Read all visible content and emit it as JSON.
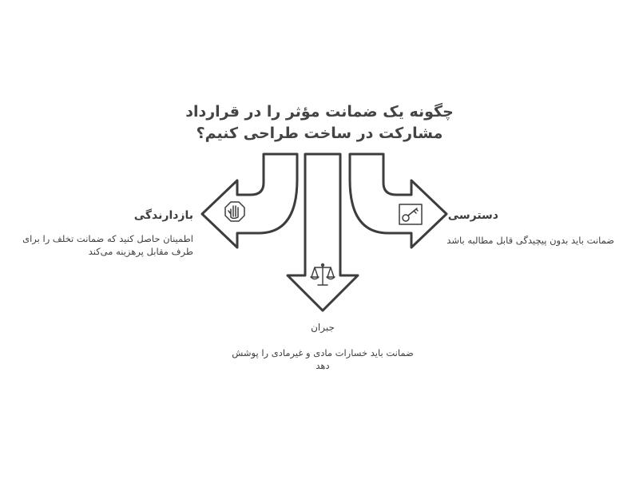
{
  "title": {
    "line1": "چگونه یک ضمانت مؤثر را در قرارداد",
    "line2": "مشارکت در ساخت طراحی کنیم؟"
  },
  "branches": {
    "left": {
      "icon": "stop-hand-icon",
      "heading": "بازدارندگی",
      "description": "اطمینان حاصل کنید که ضمانت تخلف را برای طرف مقابل پرهزینه می‌کند"
    },
    "center": {
      "icon": "scales-icon",
      "heading": "جبران",
      "description": "ضمانت باید خسارات مادی و غیرمادی را پوشش دهد"
    },
    "right": {
      "icon": "key-icon",
      "heading": "دسترسی",
      "description": "ضمانت باید بدون پیچیدگی قابل مطالبه باشد"
    }
  },
  "colors": {
    "stroke": "#3d3d3d",
    "fill": "#ffffff",
    "text": "#3e3e3e"
  }
}
